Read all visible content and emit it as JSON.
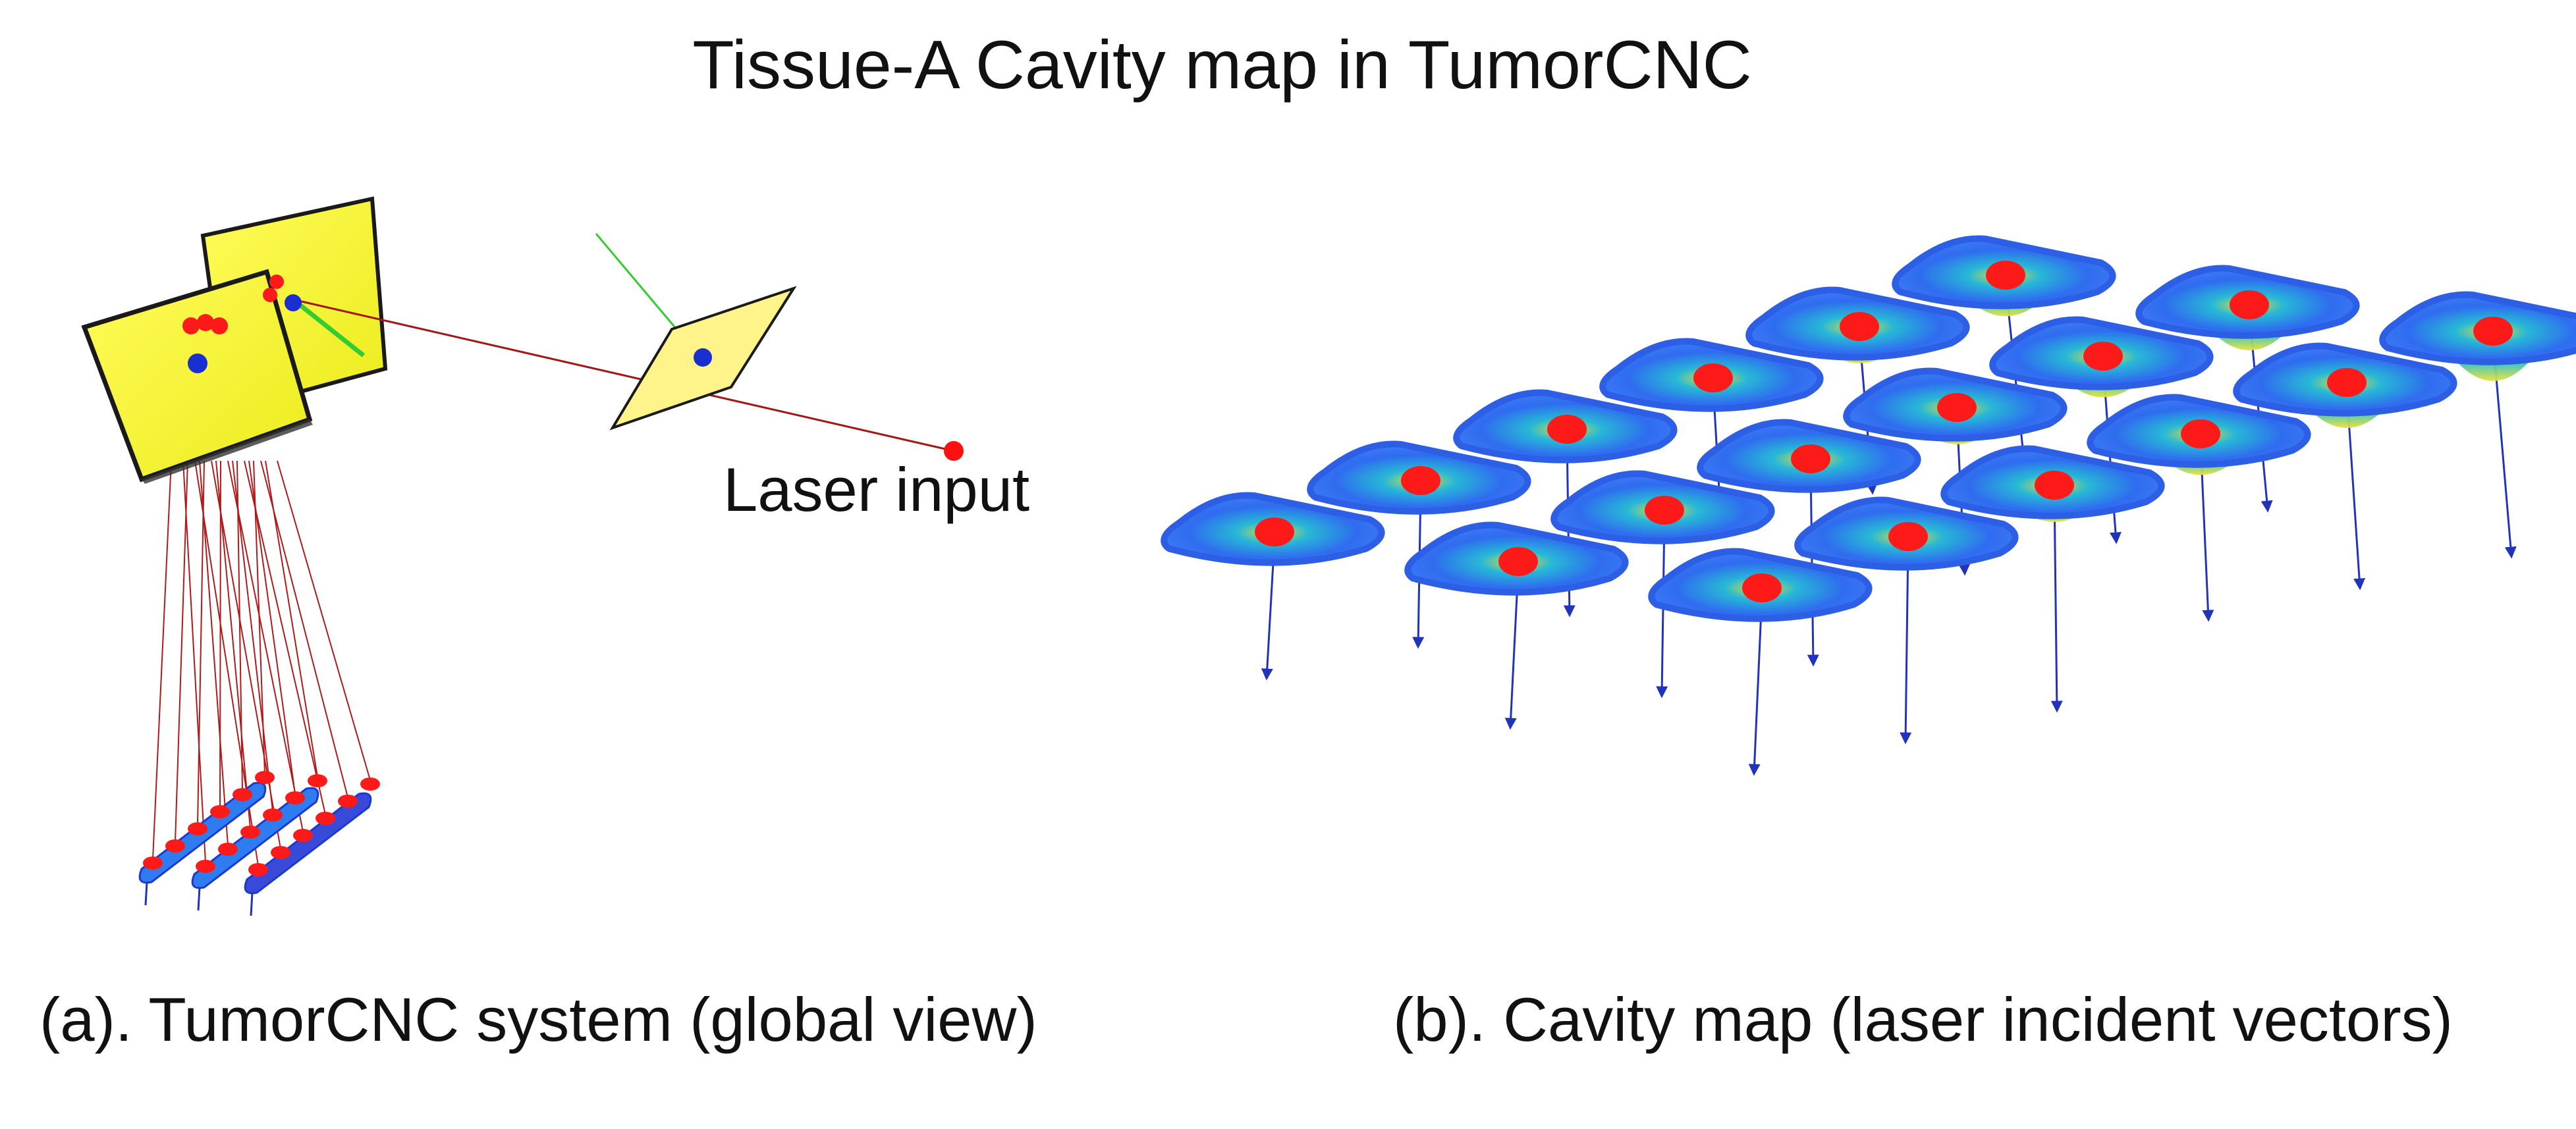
{
  "title": "Tissue-A Cavity map in TumorCNC",
  "panel_a": {
    "caption": "(a). TumorCNC system (global view)",
    "laser_label": "Laser input"
  },
  "panel_b": {
    "caption": "(b). Cavity map (laser incident vectors)",
    "cavity_grid": {
      "rows": 3,
      "cols": 6
    }
  },
  "colors": {
    "mirror": "#ffff33",
    "mirror_edge": "#1a1a1a",
    "laser_beam": "#a01818",
    "laser_point": "#ff1010",
    "pivot": "#1a2fd0",
    "guide_line": "#33cc33",
    "incident_vector": "#2233bb",
    "cavity_blue": "#2f6cf0",
    "cavity_cyan": "#27b8d6",
    "cavity_yellow": "#e6e03a",
    "target_red": "#ff1a1a"
  }
}
